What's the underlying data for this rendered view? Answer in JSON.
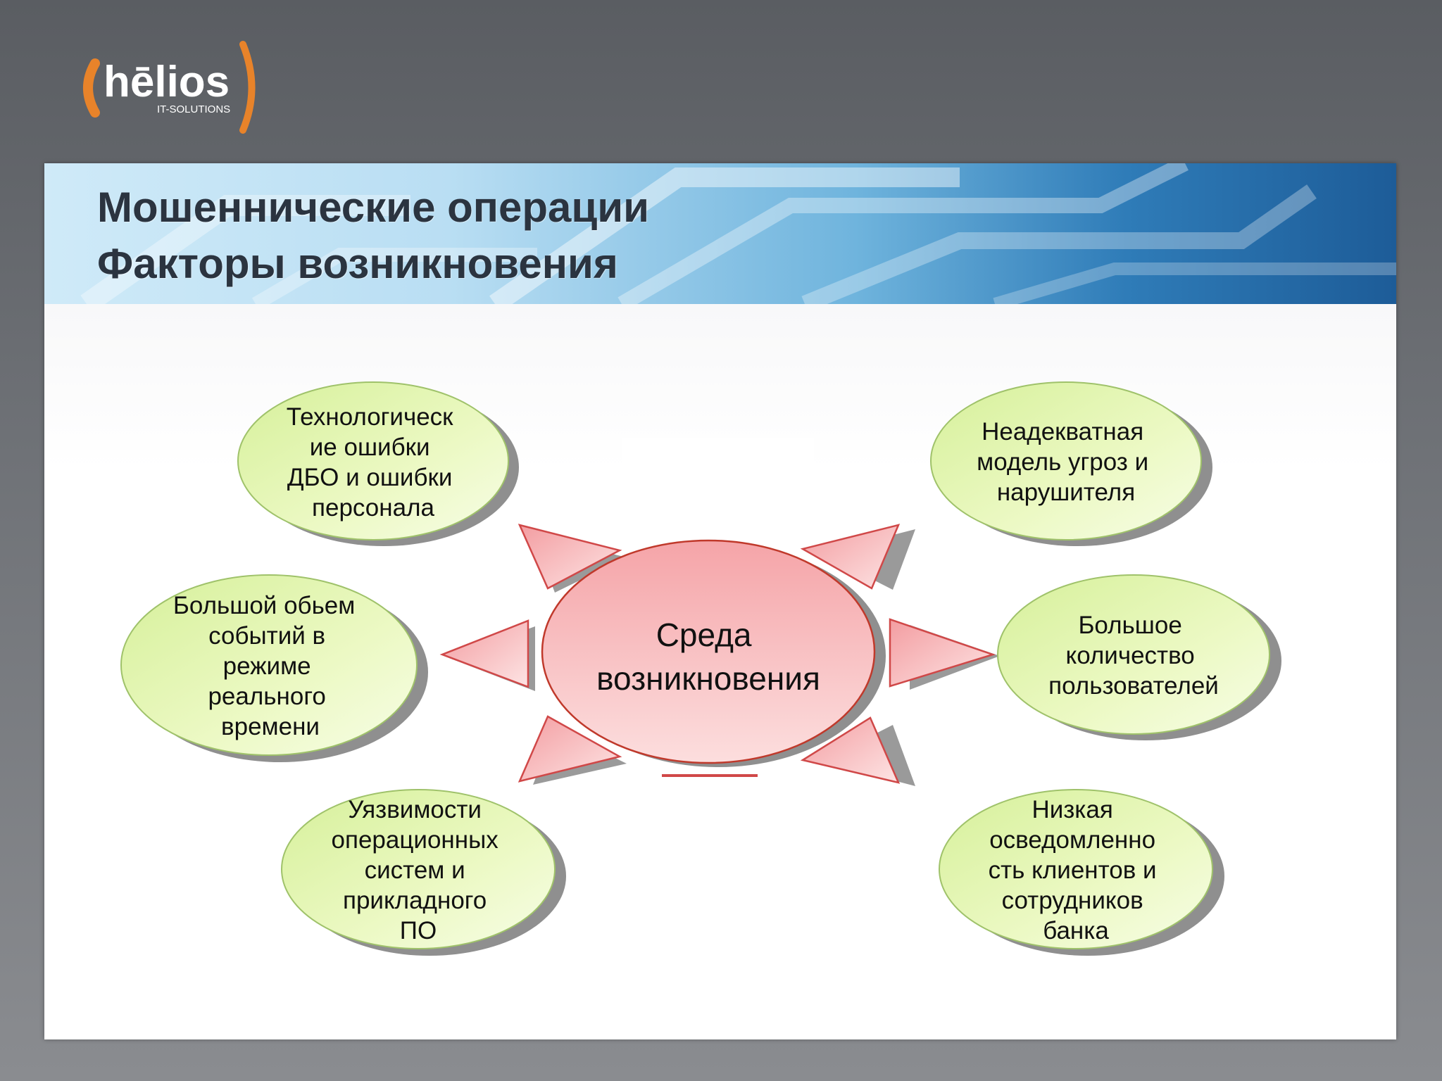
{
  "logo": {
    "brand": "hēlios",
    "tagline": "IT-SOLUTIONS",
    "accent": "#e8832a"
  },
  "header": {
    "title_line1": "Мошеннические операции",
    "title_line2": "Факторы возникновения"
  },
  "colors": {
    "factor_fill": "#e6f6b4",
    "factor_stroke": "#9fc26a",
    "center_fill": "#f7b3b6",
    "center_stroke": "#c0392b",
    "arrow_fill": "#f7b3b6"
  },
  "diagram": {
    "center": {
      "lines": [
        "Среда",
        "возникновения"
      ]
    },
    "factors": [
      {
        "id": "tech-errors",
        "lines": [
          "Технологическ",
          "ие ошибки",
          "ДБО и ошибки",
          "персонала"
        ]
      },
      {
        "id": "threat-model",
        "lines": [
          "Неадекватная",
          "модель угроз и",
          "нарушителя"
        ]
      },
      {
        "id": "realtime-volume",
        "lines": [
          "Большой обьем",
          "событий в",
          "режиме",
          "реального",
          "времени"
        ]
      },
      {
        "id": "many-users",
        "lines": [
          "Большое",
          "количество",
          "пользователей"
        ]
      },
      {
        "id": "os-vulnerabilities",
        "lines": [
          "Уязвимости",
          "операционных",
          "систем и",
          "прикладного",
          "ПО"
        ]
      },
      {
        "id": "low-awareness",
        "lines": [
          "Низкая",
          "осведомленно",
          "сть клиентов и",
          "сотрудников",
          "банка"
        ]
      }
    ]
  }
}
